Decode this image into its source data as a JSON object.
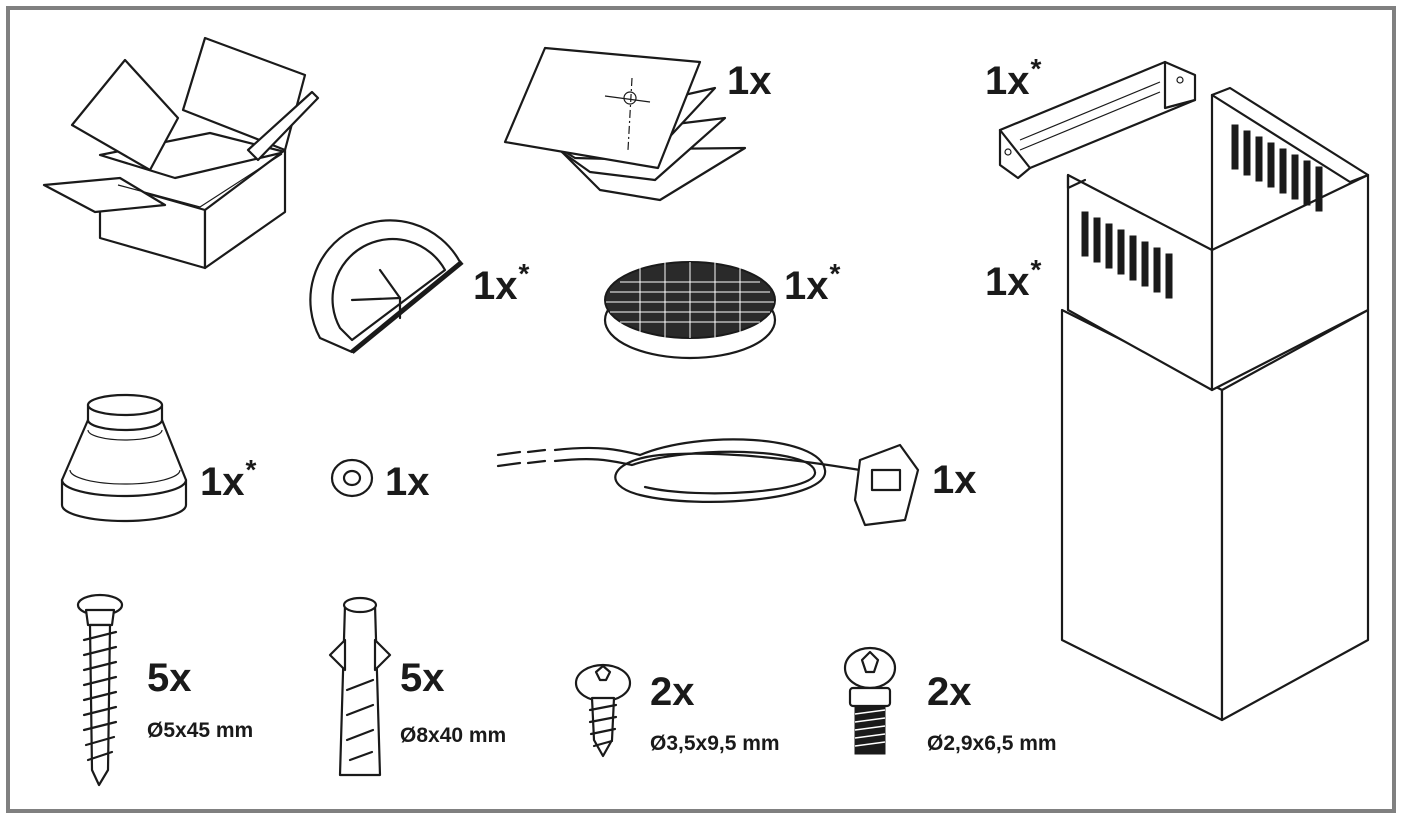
{
  "parts": {
    "manual": {
      "qty": "1x",
      "star": ""
    },
    "bracket": {
      "qty": "1x",
      "star": "*"
    },
    "chimney": {
      "qty": "1x",
      "star": "*"
    },
    "half_filter": {
      "qty": "1x",
      "star": "*"
    },
    "carbon_filter": {
      "qty": "1x",
      "star": "*"
    },
    "reducer": {
      "qty": "1x",
      "star": "*"
    },
    "washer": {
      "qty": "1x",
      "star": ""
    },
    "power_cord": {
      "qty": "1x",
      "star": ""
    },
    "wood_screw": {
      "qty": "5x",
      "dim": "Ø5x45 mm"
    },
    "wall_plug": {
      "qty": "5x",
      "dim": "Ø8x40 mm"
    },
    "flange_screw": {
      "qty": "2x",
      "dim": "Ø3,5x9,5 mm"
    },
    "machine_screw": {
      "qty": "2x",
      "dim": "Ø2,9x6,5 mm"
    }
  },
  "icons": [
    "box-icon",
    "manual-icon",
    "bracket-icon",
    "chimney-icon",
    "half-filter-icon",
    "carbon-filter-icon",
    "reducer-icon",
    "washer-icon",
    "power-cord-icon",
    "wood-screw-icon",
    "wall-plug-icon",
    "flange-screw-icon",
    "machine-screw-icon"
  ]
}
